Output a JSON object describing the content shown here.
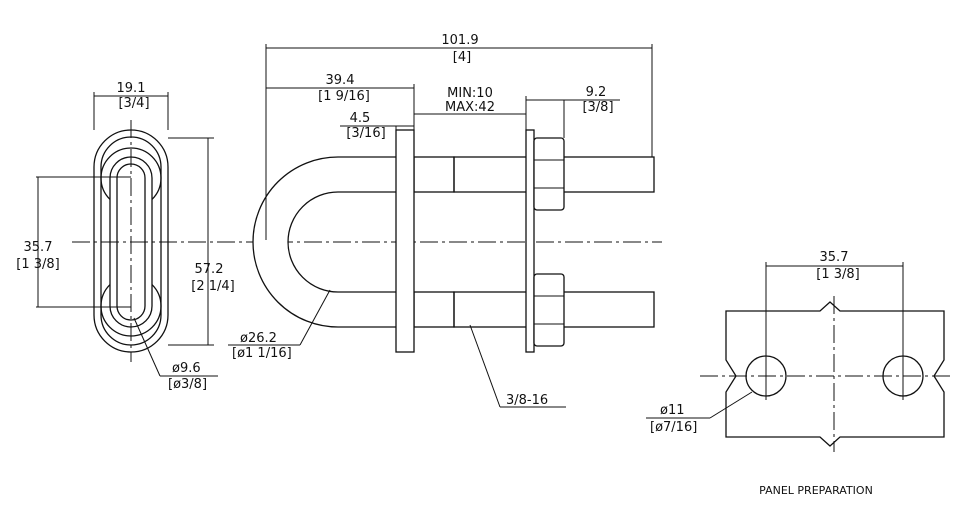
{
  "colors": {
    "line": "#111111",
    "background": "#ffffff"
  },
  "dims": {
    "overall_mm": "101.9",
    "overall_in": "[4]",
    "leg_mm": "39.4",
    "leg_in": "[1 9/16]",
    "range_min": "MIN:10",
    "range_max": "MAX:42",
    "washer_mm": "4.5",
    "washer_in": "[3/16]",
    "protrusion_mm": "9.2",
    "protrusion_in": "[3/8]",
    "width_mm": "19.1",
    "width_in": "[3/4]",
    "spacing_mm": "35.7",
    "spacing_in": "[1 3/8]",
    "height_mm": "57.2",
    "height_in": "[2 1/4]",
    "bend_dia_mm": "ø26.2",
    "bend_dia_in": "[ø1 1/16]",
    "rod_dia_mm": "ø9.6",
    "rod_dia_in": "[ø3/8]",
    "thread": "3/8-16"
  },
  "panel": {
    "spacing_mm": "35.7",
    "spacing_in": "[1 3/8]",
    "hole_mm": "ø11",
    "hole_in": "[ø7/16]",
    "caption": "PANEL PREPARATION"
  }
}
